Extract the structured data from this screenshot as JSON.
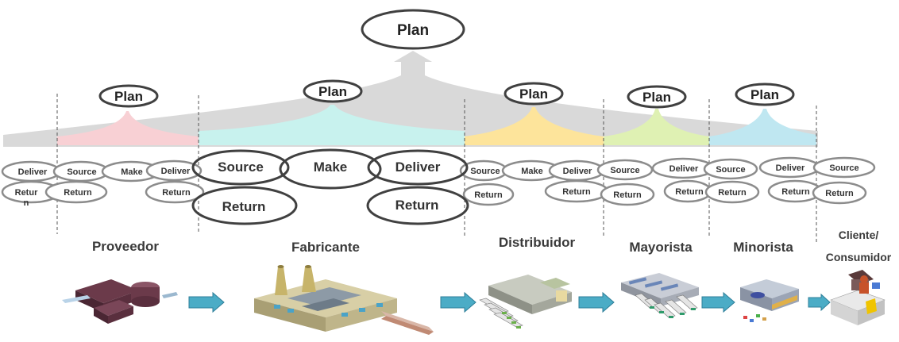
{
  "top_plan": "Plan",
  "stage_plans": [
    "Plan",
    "Plan",
    "Plan",
    "Plan",
    "Plan"
  ],
  "stages": {
    "proveedor": "Proveedor",
    "fabricante": "Fabricante",
    "distribuidor": "Distribuidor",
    "mayorista": "Mayorista",
    "minorista": "Minorista",
    "cliente_line1": "Cliente/",
    "cliente_line2": "Consumidor"
  },
  "processes": {
    "deliver": "Deliver",
    "source": "Source",
    "make": "Make",
    "return": "Return",
    "return_wrapped_1": "Retur",
    "return_wrapped_2": "n"
  },
  "colors": {
    "proveedor": "#f8d0d4",
    "fabricante": "#c8f2ee",
    "distribuidor": "#fde49b",
    "mayorista": "#dff1b3",
    "minorista": "#bfe7f1",
    "gray_flow": "#d9d9d9",
    "oval_stroke": "#8c8c8c",
    "main_oval_stroke": "#404040",
    "arrow": "#4bacc6"
  }
}
